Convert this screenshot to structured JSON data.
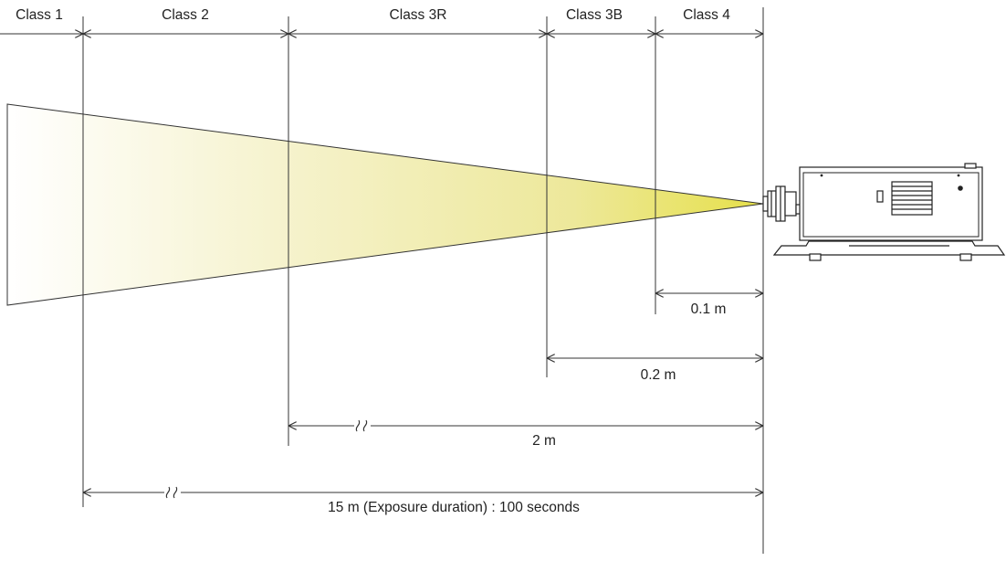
{
  "classes": [
    {
      "label": "Class 1"
    },
    {
      "label": "Class 2"
    },
    {
      "label": "Class 3R"
    },
    {
      "label": "Class 3B"
    },
    {
      "label": "Class 4"
    }
  ],
  "distances": [
    {
      "label": "0.1 m"
    },
    {
      "label": "0.2 m"
    },
    {
      "label": "2 m"
    },
    {
      "label": "15 m (Exposure duration) : 100 seconds"
    }
  ],
  "colors": {
    "line": "#333333",
    "beam_far": "#ffffff",
    "beam_near": "#e6e04a"
  },
  "icons": {
    "projector": "projector-icon",
    "break_mark": "break-mark-icon"
  }
}
